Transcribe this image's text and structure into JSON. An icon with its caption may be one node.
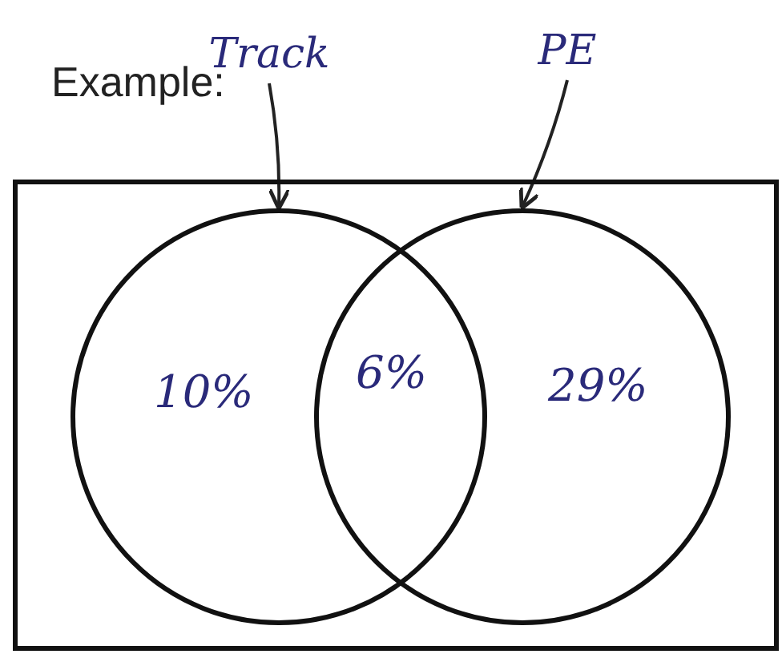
{
  "diagram": {
    "nodes": [
      {
        "text": [
          "Track"
        ]
      },
      {
        "text": [
          "PE"
        ]
      },
      {
        "text": [],
        "shape": "box"
      },
      {
        "text": [],
        "shape": "circle",
        "in": 2
      },
      {
        "text": [],
        "shape": "circle",
        "in": 2
      }
    ],
    "edges": [
      {
        "from": 0,
        "to": 3,
        "arrow": "to"
      },
      {
        "from": 1,
        "to": 4,
        "arrow": "to"
      }
    ],
    "labels": [
      "Example:",
      "10%",
      "6%",
      "29%"
    ]
  }
}
